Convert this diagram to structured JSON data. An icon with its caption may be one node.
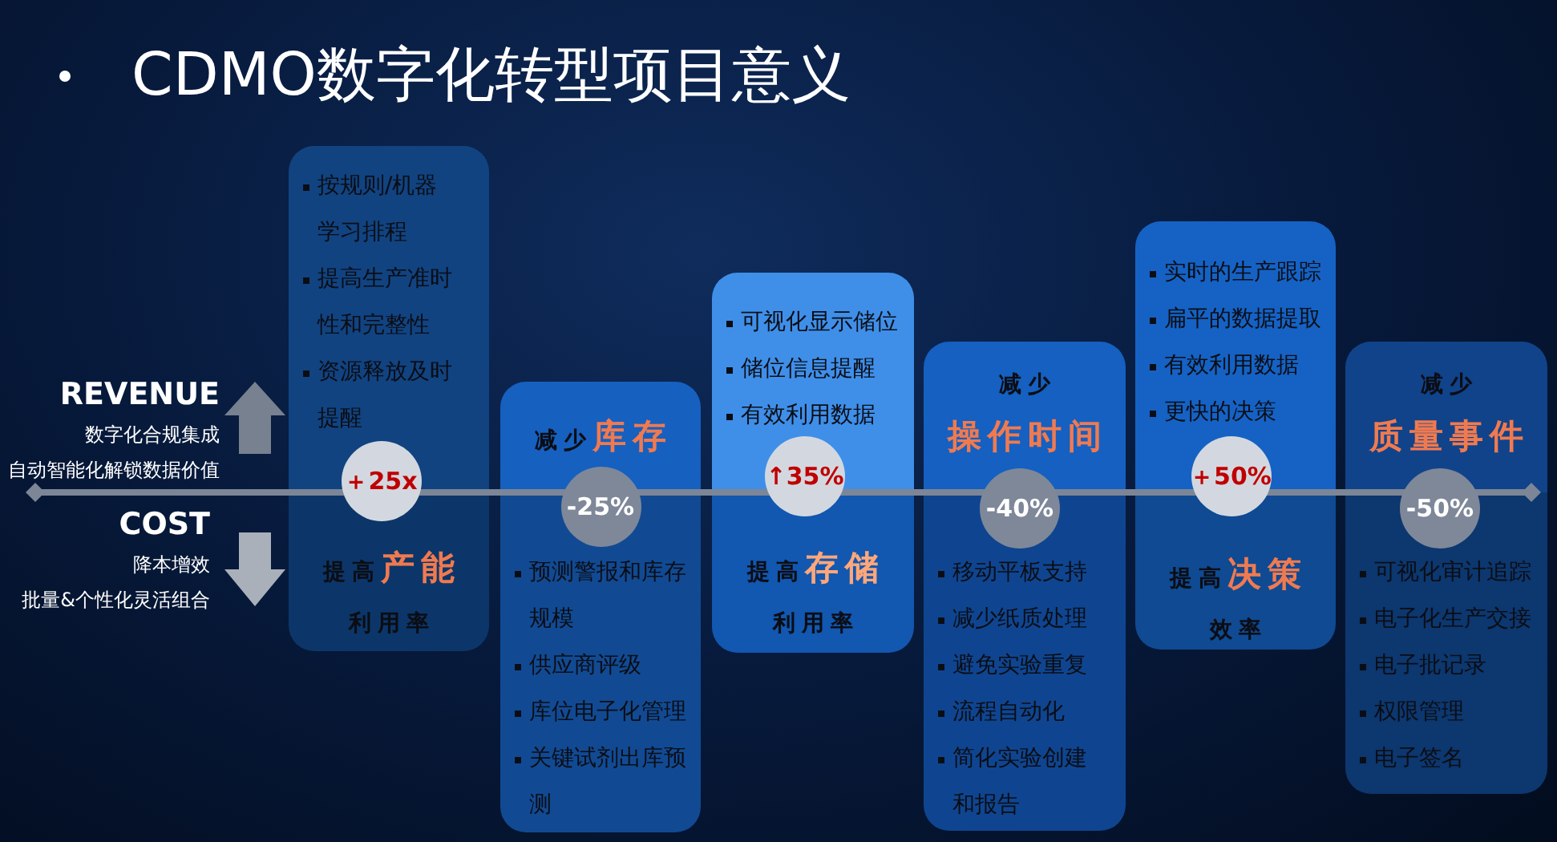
{
  "diagram": {
    "title": "CDMO数字化转型项目意义",
    "nodes": [
      {
        "text": [
          "按规则/机器学习排程",
          "提高生产准时性和完整性",
          "资源释放及时提醒",
          "提高**产能**利用率"
        ]
      },
      {
        "text": [
          "＋25x"
        ],
        "in": 0
      },
      {
        "text": [
          "减少**库存**",
          "预测警报和库存规模",
          "供应商评级",
          "库位电子化管理",
          "关键试剂出库预测"
        ]
      },
      {
        "text": [
          "-25%"
        ],
        "in": 2
      },
      {
        "text": [
          "可视化显示储位",
          "储位信息提醒",
          "有效利用数据",
          "提高**存储**利用率"
        ]
      },
      {
        "text": [
          "↑35%"
        ],
        "in": 4
      },
      {
        "text": [
          "减少**操作时间**",
          "移动平板支持",
          "减少纸质处理",
          "避免实验重复",
          "流程自动化",
          "简化实验创建和报告"
        ]
      },
      {
        "text": [
          "-40%"
        ],
        "in": 6
      },
      {
        "text": [
          "实时的生产跟踪",
          "扁平的数据提取",
          "有效利用数据",
          "更快的决策",
          "提高**决策**效率"
        ]
      },
      {
        "text": [
          "＋50%"
        ],
        "in": 8
      },
      {
        "text": [
          "减少**质量事件**",
          "可视化审计追踪",
          "电子化生产交接",
          "电子批记录",
          "权限管理",
          "电子签名"
        ]
      },
      {
        "text": [
          "-50%"
        ],
        "in": 10
      }
    ],
    "labels": [
      "REVENUE",
      "数字化合规集成",
      "自动智能化解锁数据价值",
      "COST",
      "降本增效",
      "批量&个性化灵活组合"
    ]
  }
}
